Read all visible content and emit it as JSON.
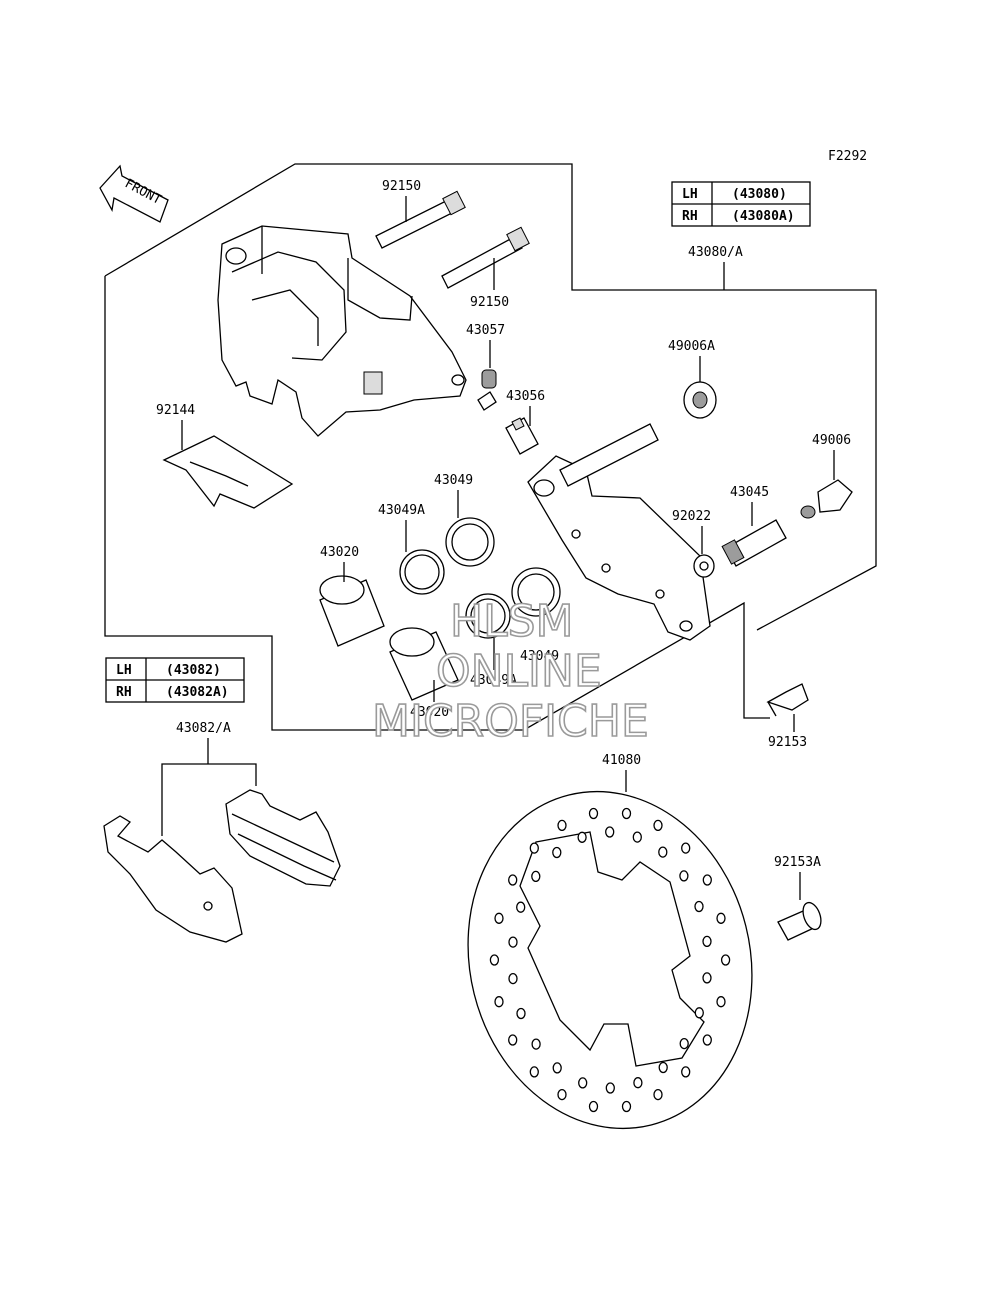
{
  "figure_code": "F2292",
  "front_label": "FRONT",
  "caliper_table": {
    "rows": [
      {
        "side": "LH",
        "part": "(43080)"
      },
      {
        "side": "RH",
        "part": "(43080A)"
      }
    ]
  },
  "pad_table": {
    "rows": [
      {
        "side": "LH",
        "part": "(43082)"
      },
      {
        "side": "RH",
        "part": "(43082A)"
      }
    ]
  },
  "callouts": {
    "pin_upper": "92150",
    "pin_lower": "92150",
    "spring": "43057",
    "bleeder": "43056",
    "pad_spring": "92144",
    "seal_outer": "43049",
    "seal_inner": "43049A",
    "piston": "43020",
    "seal_outer_2": "43049",
    "seal_inner_2": "43049A",
    "piston_2": "43020",
    "caliper_assy": "43080/A",
    "boot_a": "49006A",
    "boot": "49006",
    "pin_bolt": "43045",
    "washer": "92022",
    "bracket_bolt": "92153",
    "pad_assy": "43082/A",
    "disc": "41080",
    "disc_bolt": "92153A"
  },
  "watermark": [
    "HLSM",
    "ONLINE",
    "MICROFICHE"
  ]
}
